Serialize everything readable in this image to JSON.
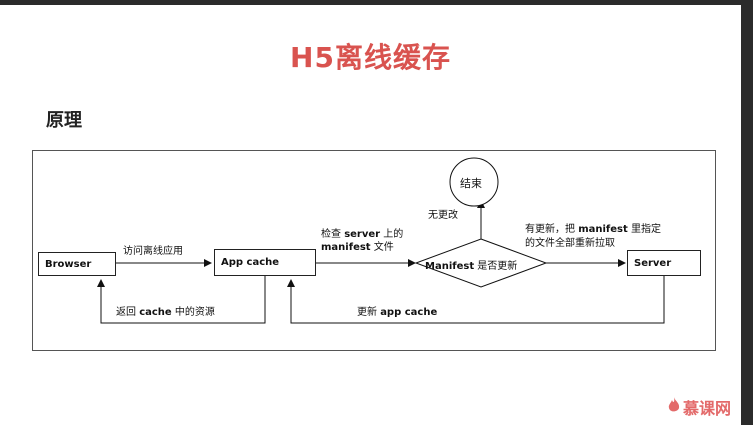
{
  "slide": {
    "title": "H5离线缓存",
    "section": "原理"
  },
  "diagram": {
    "browser": "Browser",
    "app_cache": "App cache",
    "server": "Server",
    "end": "结束",
    "decision_bold": "Manifest",
    "decision_rest": " 是否更新",
    "label_visit": "访问离线应用",
    "label_return_pre": "返回 ",
    "label_return_bold": "cache",
    "label_return_post": " 中的资源",
    "label_check_1_pre": "检查  ",
    "label_check_1_bold": "server",
    "label_check_1_post": "  上的",
    "label_check_2_bold": "manifest",
    "label_check_2_post": " 文件",
    "label_no_change": "无更改",
    "label_update_1_pre": "有更新，把 ",
    "label_update_1_bold": "manifest",
    "label_update_1_post": " 里指定",
    "label_update_2": "的文件全部重新拉取",
    "label_update_app_pre": "更新  ",
    "label_update_app_bold": "app cache"
  },
  "brand": {
    "logo_text": "慕课网"
  }
}
